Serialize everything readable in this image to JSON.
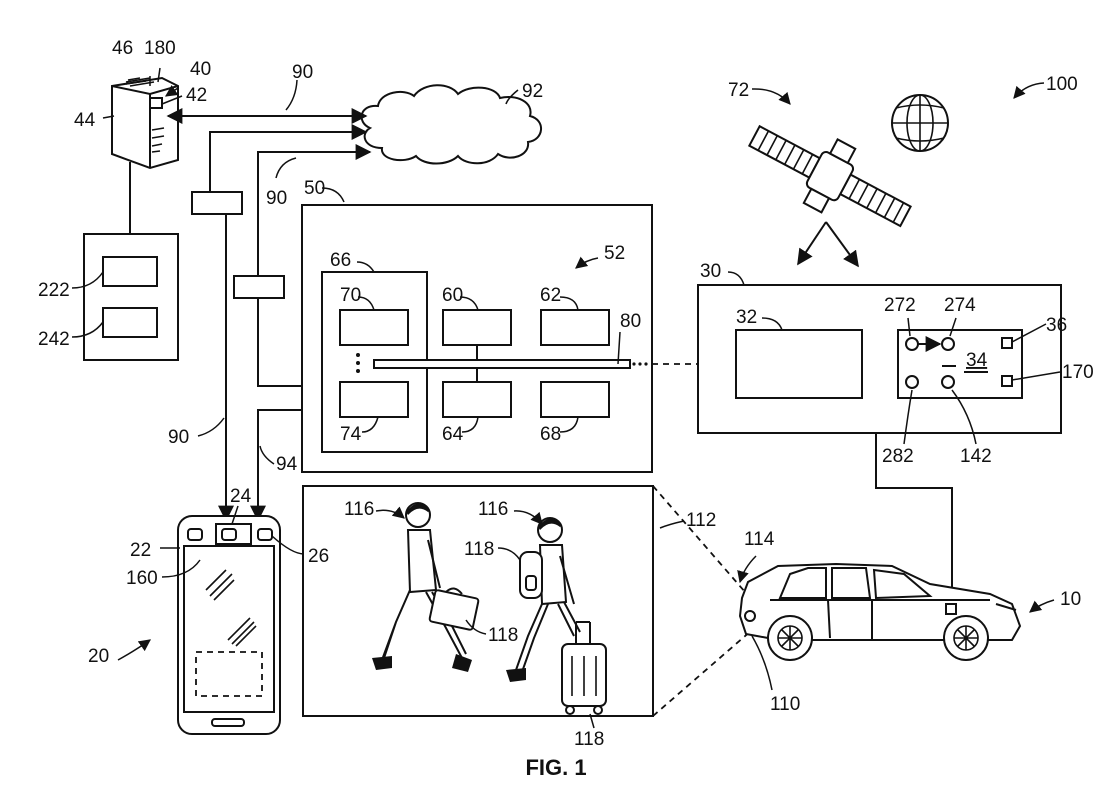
{
  "figure": {
    "caption": "FIG. 1"
  },
  "reference_numerals": {
    "vehicle": "10",
    "mobile_device": "20",
    "device_sensor_left": "22",
    "device_camera": "24",
    "device_sensor_right": "26",
    "vehicle_controller": "30",
    "controller_display": "32",
    "sensor_panel": "34",
    "panel_side_top": "36",
    "server": "40",
    "server_port": "42",
    "server_body": "44",
    "server_top": "46",
    "system_block": "50",
    "system_module": "52",
    "unit_60": "60",
    "unit_62": "62",
    "unit_64": "64",
    "group_66": "66",
    "unit_68": "68",
    "unit_70": "70",
    "satellite": "72",
    "unit_74": "74",
    "bus": "80",
    "link_90_a": "90",
    "link_90_b": "90",
    "link_90_c": "90",
    "cloud": "92",
    "link_94": "94",
    "system": "100",
    "vehicle_camera": "110",
    "field_of_view": "112",
    "zone": "114",
    "person_a": "116",
    "person_b": "116",
    "luggage_backpack": "118",
    "luggage_briefcase": "118",
    "luggage_suitcase": "118",
    "panel_elem_142": "142",
    "device_elem_160": "160",
    "panel_side_bottom": "170",
    "server_elem_180": "180",
    "storage_222": "222",
    "storage_242": "242",
    "panel_elem_272": "272",
    "panel_elem_274": "274",
    "panel_elem_282": "282"
  }
}
